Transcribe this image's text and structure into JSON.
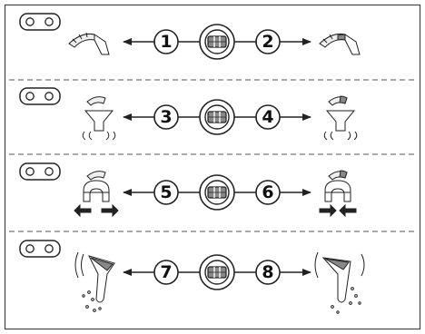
{
  "rows": [
    {
      "left_number": "1",
      "right_number": "2",
      "mode_icon": "mode-pair-indicator-icon",
      "left_icon": "blade-arc-segments-left-icon",
      "right_icon": "blade-arc-segments-right-icon"
    },
    {
      "left_number": "3",
      "right_number": "4",
      "mode_icon": "mode-pair-indicator-icon",
      "left_icon": "funnel-rotation-left-icon",
      "right_icon": "funnel-rotation-right-icon"
    },
    {
      "left_number": "5",
      "right_number": "6",
      "mode_icon": "mode-pair-indicator-icon",
      "left_icon": "clamp-open-icon",
      "right_icon": "clamp-close-icon"
    },
    {
      "left_number": "7",
      "right_number": "8",
      "mode_icon": "mode-pair-indicator-icon",
      "left_icon": "scoop-shake-left-icon",
      "right_icon": "scoop-shake-right-icon"
    }
  ],
  "center_icon": "joystick-knob-icon",
  "colors": {
    "line": "#222222",
    "shade": "#888888",
    "light": "#f4f4f4",
    "divider": "#555555"
  }
}
